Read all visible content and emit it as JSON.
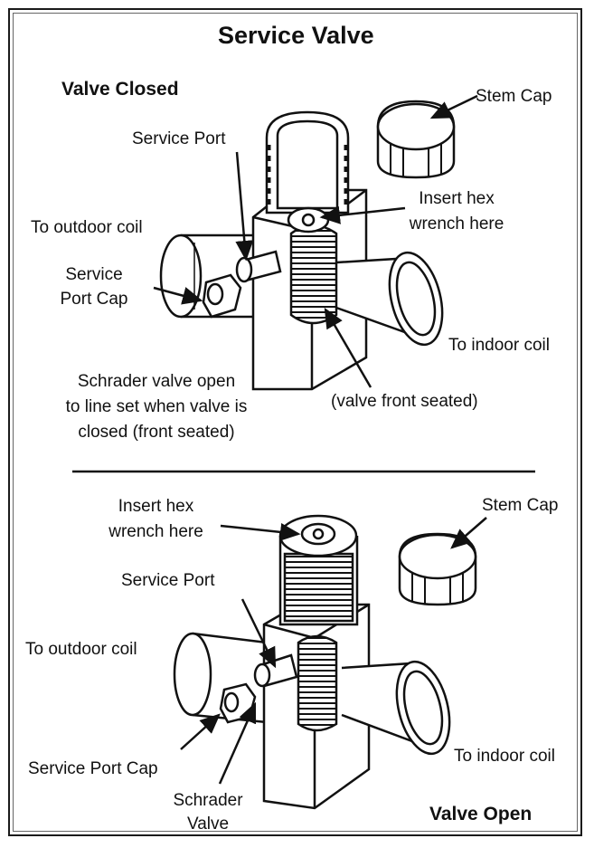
{
  "title": "Service Valve",
  "closed": {
    "heading": "Valve Closed",
    "stem_cap": "Stem Cap",
    "service_port": "Service Port",
    "insert_hex_1": "Insert hex",
    "insert_hex_2": "wrench here",
    "to_outdoor": "To outdoor coil",
    "port_cap_1": "Service",
    "port_cap_2": "Port Cap",
    "to_indoor": "To indoor coil",
    "schrader_1": "Schrader valve open",
    "schrader_2": "to line set when valve is",
    "schrader_3": "closed (front seated)",
    "front_seated": "(valve front seated)"
  },
  "open": {
    "heading": "Valve Open",
    "insert_hex_1": "Insert hex",
    "insert_hex_2": "wrench here",
    "stem_cap": "Stem Cap",
    "service_port": "Service Port",
    "to_outdoor": "To outdoor coil",
    "to_indoor": "To indoor coil",
    "port_cap": "Service Port Cap",
    "schrader_1": "Schrader",
    "schrader_2": "Valve"
  }
}
